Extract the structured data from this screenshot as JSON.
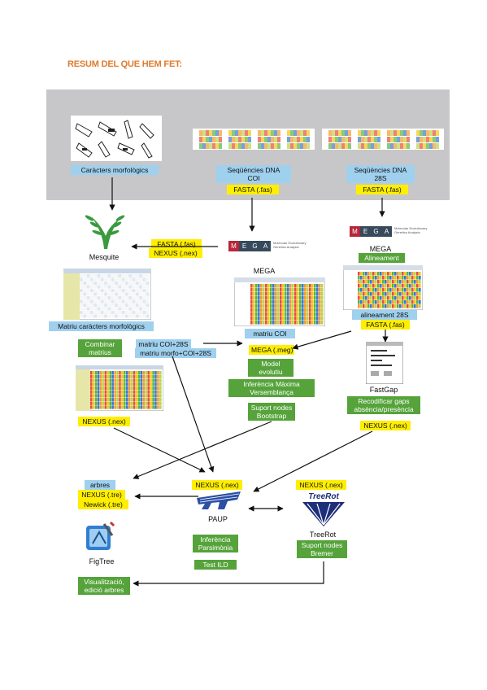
{
  "title": "RESUM DEL QUE HEM FET:",
  "nodes": {
    "morph_chars": "Caràcters morfològics",
    "dna_coi_title": "Seqüències DNA",
    "dna_coi_sub": "COI",
    "dna_coi_fmt": "FASTA (.fas)",
    "dna_28s_title": "Seqüències DNA",
    "dna_28s_sub": "28S",
    "dna_28s_fmt": "FASTA (.fas)",
    "mesquite": "Mesquite",
    "mesquite_in_fasta": "FASTA (.fas)",
    "mesquite_in_nexus": "NEXUS (.nex)",
    "mega_center": "MEGA",
    "mega_right": "MEGA",
    "mega_right_align": "Alineament",
    "morph_matrix": "Matriu caràcters morfològics",
    "matrix_coi": "matriu COI",
    "align_28s": "alineament 28S",
    "align_28s_fmt": "FASTA (.fas)",
    "combine": "Combinar matrius",
    "combined_1": "matriu COI+28S",
    "combined_2": "matriu morfo+COI+28S",
    "mega_meg": "MEGA (.meg)",
    "model": "Model evolutiu",
    "ml": "Inferència Màxima Versemblança",
    "bootstrap": "Suport nodes Bootstrap",
    "fastgap": "FastGap",
    "recode": "Recodificar gaps absència/presència",
    "recode_nex": "NEXUS (.nex)",
    "nexus_left": "NEXUS (.nex)",
    "trees": "arbres",
    "trees_tre1": "NEXUS (.tre)",
    "trees_tre2": "Newick (.tre)",
    "paup_in": "NEXUS (.nex)",
    "paup": "PAUP",
    "parsimony": "Inferència Parsimònia",
    "ild": "Test ILD",
    "treerot_in": "NEXUS (.nex)",
    "treerot": "TreeRot",
    "bremer": "Suport nodes Bremer",
    "figtree": "FigTree",
    "visual": "Visualització, edició arbres"
  },
  "logos": {
    "mega_letters": [
      "M",
      "E",
      "G",
      "A"
    ],
    "mega_caption_1": "Molecular Evolutionary",
    "mega_caption_2": "Genetics Analysis",
    "treerot_word": "TreeRot",
    "paup_word": "PAUP*"
  },
  "colors": {
    "blue": "#9fd0ee",
    "yellow": "#ffee00",
    "green": "#55a33a",
    "title": "#e07a2b",
    "band": "#c7c7c9"
  }
}
